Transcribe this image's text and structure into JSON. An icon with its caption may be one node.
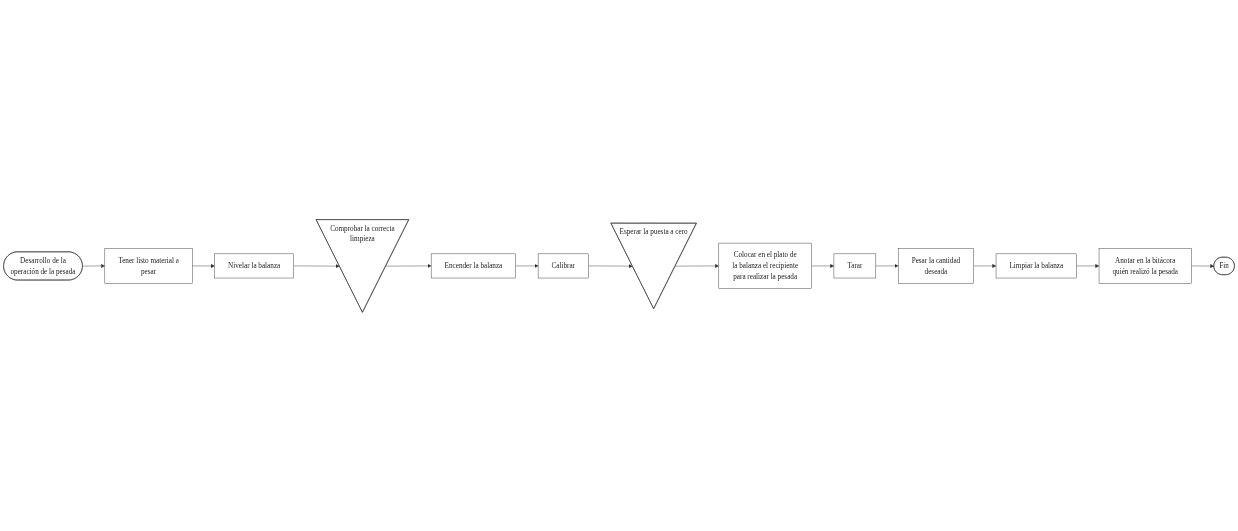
{
  "diagram": {
    "nodes": [
      {
        "text": [
          "Desarrollo de la operación de la pesada"
        ]
      },
      {
        "text": [
          "Tener listo material a pesar"
        ]
      },
      {
        "text": [
          "Nivelar la balanza"
        ]
      },
      {
        "text": [
          "Comprobar la correcta limpieza"
        ]
      },
      {
        "text": [
          "Encender la balanza"
        ]
      },
      {
        "text": [
          "Calibrar"
        ]
      },
      {
        "text": [
          "Esperar la puesta a cero"
        ]
      },
      {
        "text": [
          "Colocar en el plato de la balanza el recipiente para realizar la pesada"
        ]
      },
      {
        "text": [
          "Tarar"
        ]
      },
      {
        "text": [
          "Pesar la cantidad deseada"
        ]
      },
      {
        "text": [
          "Limpiar la balanza"
        ]
      },
      {
        "text": [
          "Anotar en la bitácora quién realizó la pesada"
        ]
      },
      {
        "text": [
          "Fin"
        ]
      }
    ],
    "edges": [
      {
        "from": 0,
        "to": 1,
        "arrow": "to"
      },
      {
        "from": 1,
        "to": 2,
        "arrow": "to"
      },
      {
        "from": 2,
        "to": 3,
        "arrow": "to"
      },
      {
        "from": 3,
        "to": 4,
        "arrow": "to"
      },
      {
        "from": 4,
        "to": 5,
        "arrow": "to"
      },
      {
        "from": 5,
        "to": 6,
        "arrow": "to"
      },
      {
        "from": 6,
        "to": 7,
        "arrow": "to"
      },
      {
        "from": 7,
        "to": 8,
        "arrow": "to"
      },
      {
        "from": 8,
        "to": 9,
        "arrow": "to"
      },
      {
        "from": 9,
        "to": 10,
        "arrow": "to"
      },
      {
        "from": 10,
        "to": 11,
        "arrow": "to"
      },
      {
        "from": 11,
        "to": 12,
        "arrow": "to"
      }
    ]
  }
}
